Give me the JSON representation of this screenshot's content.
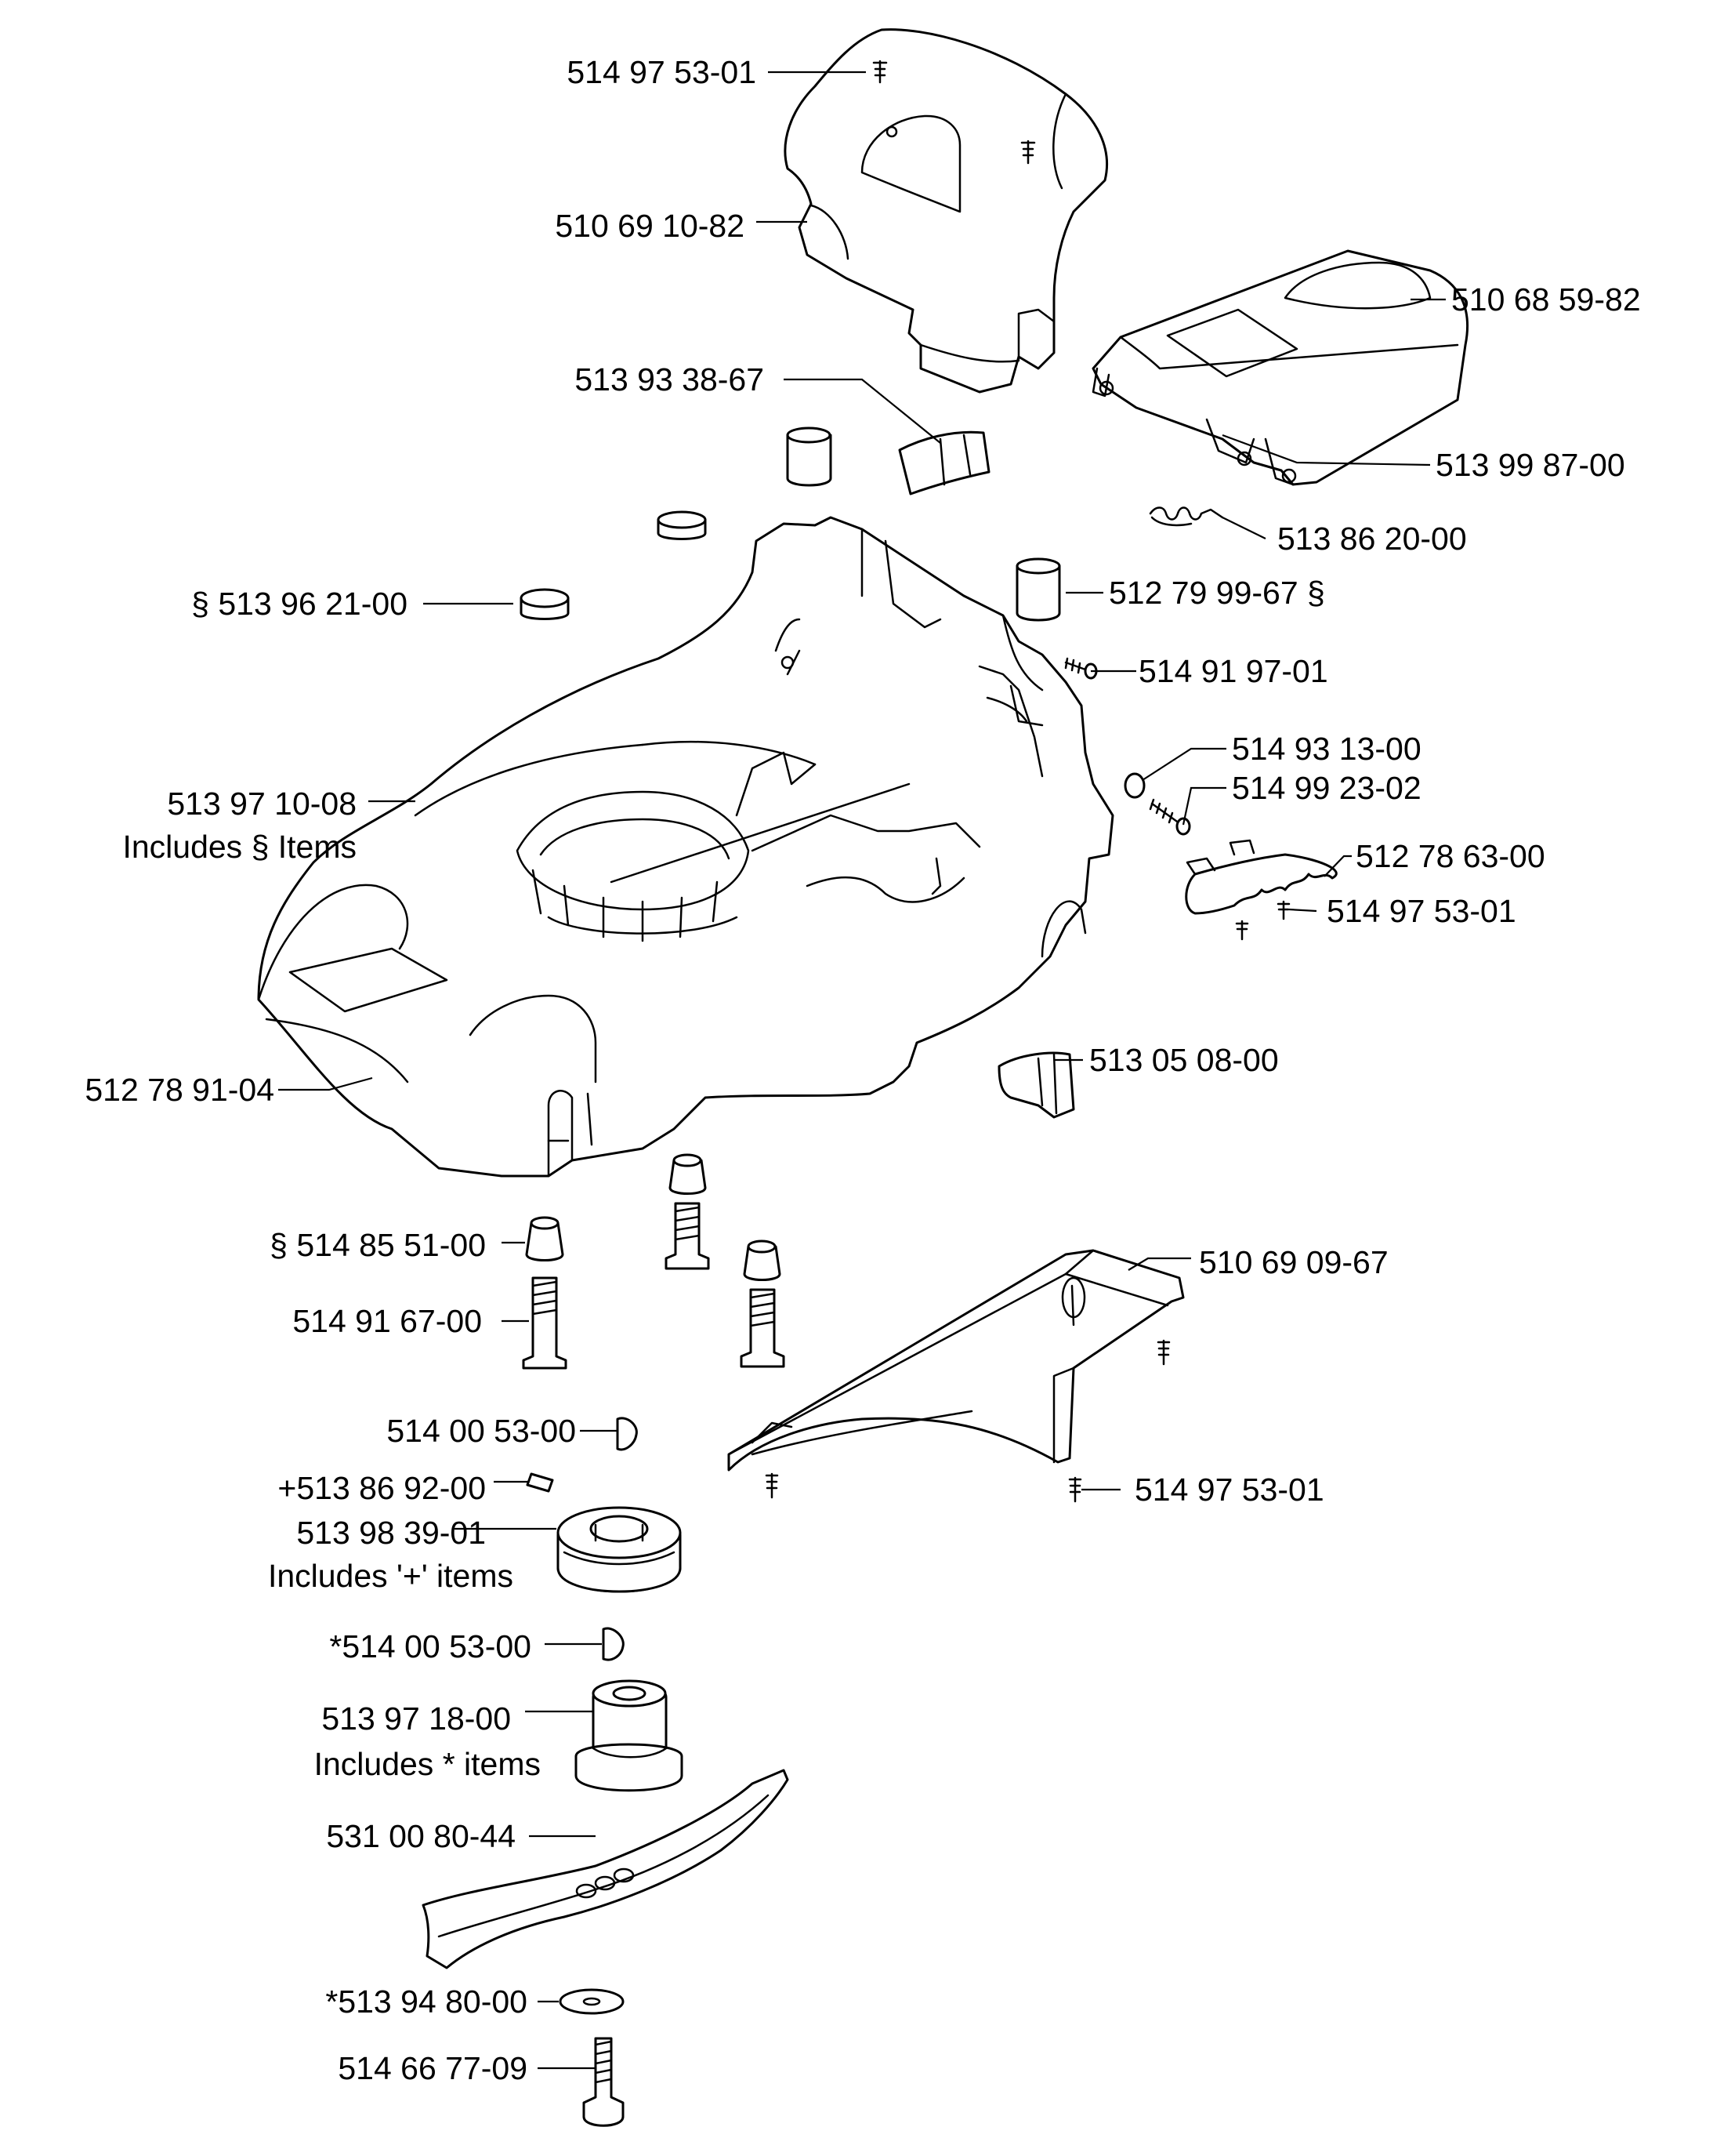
{
  "labels": {
    "p01": "514 97 53-01",
    "p02": "510 69 10-82",
    "p03": "510 68 59-82",
    "p04": "513 93 38-67",
    "p05": "513 99 87-00",
    "p06": "513 86 20-00",
    "p07": "§ 513 96 21-00",
    "p08": "512 79 99-67 §",
    "p09": "514 91 97-01",
    "p10": "514 93 13-00",
    "p11": "514 99 23-02",
    "p12a": "513 97 10-08",
    "p12b": "Includes § Items",
    "p13": "512 78 63-00",
    "p14": "514 97 53-01",
    "p15": "512 78 91-04",
    "p16": "513 05 08-00",
    "p17": "§ 514 85 51-00",
    "p18": "510 69 09-67",
    "p19": "514 91 67-00",
    "p20": "514 00 53-00",
    "p21": "514 97 53-01",
    "p22": "+513 86 92-00",
    "p23a": "513 98 39-01",
    "p23b": "Includes '+' items",
    "p24": "*514 00 53-00",
    "p25a": "513 97 18-00",
    "p25b": "Includes  *  items",
    "p26": "531 00 80-44",
    "p27": "*513 94 80-00",
    "p28": "514 66 77-09"
  }
}
